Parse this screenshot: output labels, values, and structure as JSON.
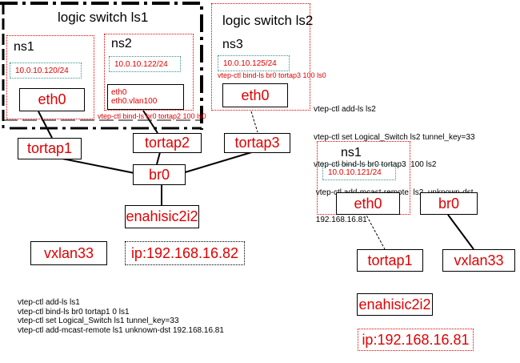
{
  "ls1_group": {
    "title": "logic switch ls1",
    "ns1": {
      "name": "ns1",
      "ip": "10.0.10.120/24",
      "iface": "eth0"
    },
    "ns2": {
      "name": "ns2",
      "ip": "10.0.10.122/24",
      "iface_line1": "eth0",
      "iface_line2": "eth0.vlan100",
      "bind_note": "vtep-ctl bind-ls br0 tortap2 100 ls0"
    }
  },
  "ls2_group": {
    "title": "logic switch ls2",
    "ns3": {
      "name": "ns3",
      "ip": "10.0.10.125/24",
      "iface": "eth0",
      "bind_note": "vtep-ctl bind-ls br0 tortap3 100 ls0"
    }
  },
  "host1": {
    "tortap1": "tortap1",
    "tortap2": "tortap2",
    "tortap3": "tortap3",
    "bridge": "br0",
    "nic": "enahisic2i2",
    "vxlan": "vxlan33",
    "ip": "ip:192.168.16.82",
    "commands": [
      "vtep-ctl add-ls ls1",
      "vtep-ctl bind-ls br0 tortap1 0 ls1",
      "vtep-ctl set Logical_Switch ls1 tunnel_key=33",
      "vtep-ctl add-mcast-remote ls1 unknown-dst 192.168.16.81"
    ]
  },
  "host2": {
    "commands": [
      "vtep-ctl add-ls ls2",
      "vtep-ctl set Logical_Switch ls2 tunnel_key=33",
      "vtep-ctl bind-ls br0 tortap3  100 ls2",
      " vtep-ctl add-mcast-remote  ls2  unknown-dst",
      " 192.168.16.81"
    ],
    "ns1": {
      "name": "ns1",
      "ip": "10.0.10.121/24",
      "iface": "eth0"
    },
    "bridge": "br0",
    "tortap1": "tortap1",
    "vxlan": "vxlan33",
    "nic": "enahisic2i2",
    "ip": "ip:192.168.16.81"
  },
  "colors": {
    "label_red": "#e00000",
    "ns_border": "#e00000",
    "ip_border": "#3a8f8f"
  }
}
